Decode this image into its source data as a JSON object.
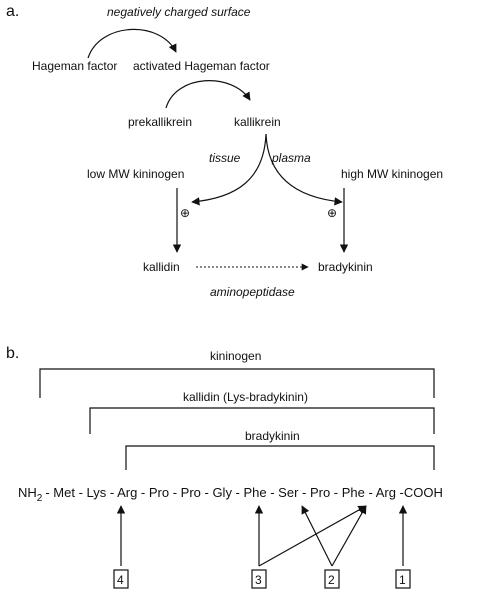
{
  "panel_a": {
    "label": "a.",
    "surface": "negatively charged surface",
    "hageman": "Hageman factor",
    "activated_hageman": "activated Hageman factor",
    "prekallikrein": "prekallikrein",
    "kallikrein": "kallikrein",
    "tissue": "tissue",
    "plasma": "plasma",
    "low_mw": "low MW kininogen",
    "high_mw": "high MW kininogen",
    "plus": "⊕",
    "kallidin": "kallidin",
    "bradykinin": "bradykinin",
    "aminopeptidase": "aminopeptidase"
  },
  "panel_b": {
    "label": "b.",
    "kininogen": "kininogen",
    "kallidin_full": "kallidin (Lys-bradykinin)",
    "bradykinin": "bradykinin",
    "nh": "NH",
    "nh_sub": "2",
    "sequence": "- Met - Lys - Arg - Pro - Pro - Gly - Phe - Ser - Pro - Phe - Arg -COOH",
    "site_4": "4",
    "site_3": "3",
    "site_2": "2",
    "site_1": "1"
  }
}
